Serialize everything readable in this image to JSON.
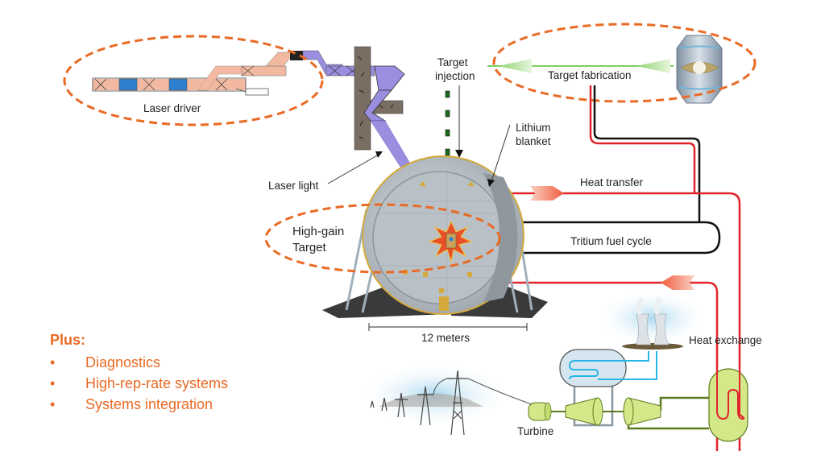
{
  "labels": {
    "laser_driver": "Laser driver",
    "target_injection_1": "Target",
    "target_injection_2": "injection",
    "target_fabrication": "Target fabrication",
    "lithium_blanket_1": "Lithium",
    "lithium_blanket_2": "blanket",
    "laser_light": "Laser light",
    "heat_transfer": "Heat transfer",
    "high_gain_target_1": "High-gain",
    "high_gain_target_2": "Target",
    "tritium_fuel_cycle": "Tritium fuel cycle",
    "scale": "12 meters",
    "heat_exchange": "Heat exchange",
    "turbine": "Turbine"
  },
  "plus": {
    "title": "Plus:",
    "bullet_glyph": "•",
    "items": [
      "Diagnostics",
      "High-rep-rate systems",
      "Systems integration"
    ]
  },
  "colors": {
    "highlight_ellipse": "#e96a24",
    "heat_line": "#e0242a",
    "fuel_line": "#111111",
    "fabrication_line": "#7ccf5a",
    "laser_beam": "#9a8ee0",
    "laser_driver_beam": "#f2b9a0",
    "amplifier": "#2f7fd0",
    "chamber": "#c8ccd0",
    "steam_loop": "#5b7a1c",
    "cooling_loop": "#29b6e6",
    "plus_text": "#e96a24"
  }
}
